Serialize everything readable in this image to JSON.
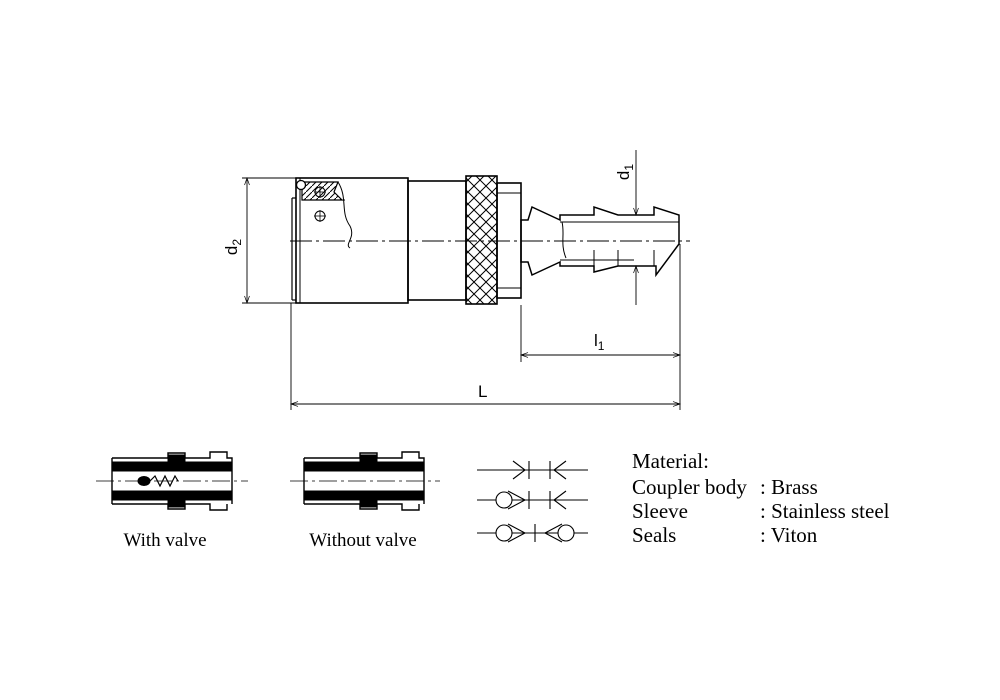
{
  "dimensions": {
    "d1": {
      "base": "d",
      "sub": "1"
    },
    "d2": {
      "base": "d",
      "sub": "2"
    },
    "l1": {
      "base": "l",
      "sub": "1"
    },
    "L": "L"
  },
  "variants": {
    "with_valve": "With valve",
    "without_valve": "Without valve"
  },
  "material": {
    "heading": "Material:",
    "rows": [
      {
        "part": "Coupler body",
        "value": ": Brass"
      },
      {
        "part": "Sleeve",
        "value": ": Stainless steel"
      },
      {
        "part": "Seals",
        "value": ": Viton"
      }
    ]
  }
}
